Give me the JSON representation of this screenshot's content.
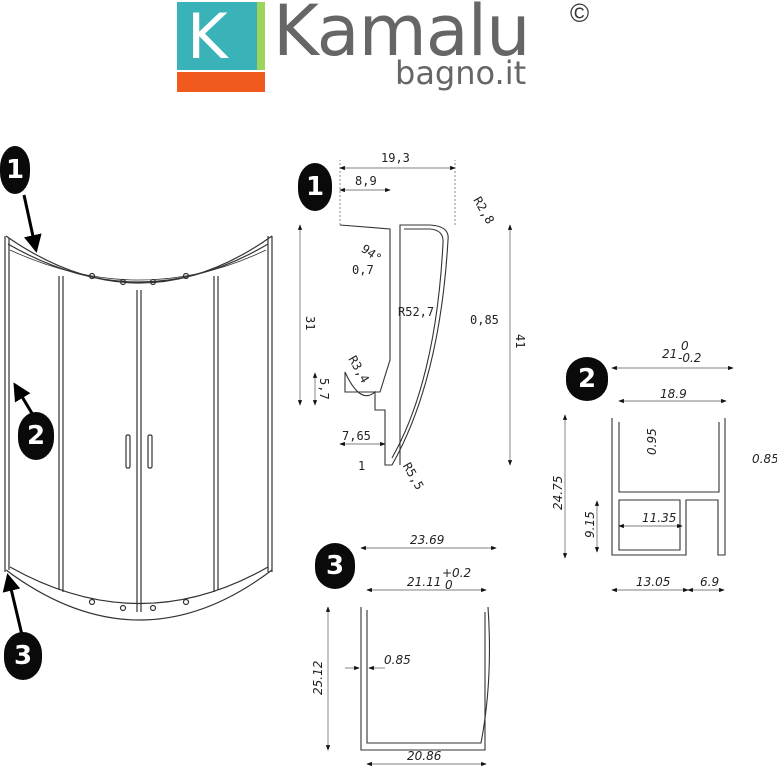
{
  "logo": {
    "letter": "K",
    "name": "Kamalu",
    "sub": "bagno.it",
    "copyright": "©",
    "colors": {
      "teal": "#3ab3b8",
      "green": "#9ed35c",
      "orange": "#f15a1f",
      "text": "#666666"
    }
  },
  "overview": {
    "callouts": [
      {
        "id": "1",
        "label": "1"
      },
      {
        "id": "2",
        "label": "2"
      },
      {
        "id": "3",
        "label": "3"
      }
    ]
  },
  "profile1": {
    "badge": "1",
    "dims": {
      "total_width": "19,3",
      "flange_width": "8,9",
      "corner_radius": "R2,8",
      "angle": "94°",
      "wall": "0,7",
      "curve_radius": "R52,7",
      "thickness": "0,85",
      "height_left": "31",
      "height_total": "41",
      "hook_radius": "R3,4",
      "hook_height": "5,7",
      "foot_width": "7,65",
      "base": "1",
      "bottom_radius": "R5,5"
    }
  },
  "profile2": {
    "badge": "2",
    "dims": {
      "total_width": "21",
      "tol_upper": "0",
      "tol_lower": "-0.2",
      "inner_width": "18.9",
      "wall_mid": "0.95",
      "wall_right": "0.85",
      "height": "24.75",
      "slot_height": "9.15",
      "slot_width": "11.35",
      "bottom_left": "13.05",
      "bottom_right": "6.9"
    }
  },
  "profile3": {
    "badge": "3",
    "dims": {
      "total_width": "23.69",
      "inner_width": "21.11",
      "tol_upper": "+0.2",
      "tol_lower": "0",
      "wall": "0.85",
      "height": "25.12",
      "bottom_width": "20.86"
    }
  }
}
